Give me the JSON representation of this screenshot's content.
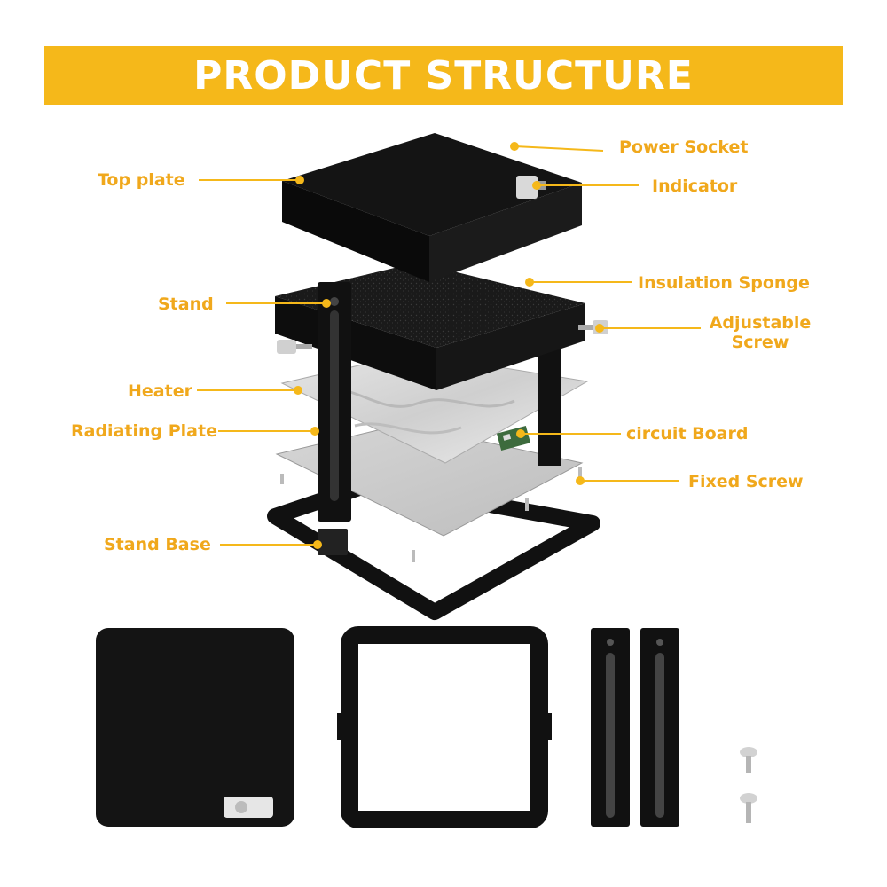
{
  "header": {
    "title": "PRODUCT STRUCTURE"
  },
  "labels": {
    "power_socket": "Power Socket",
    "top_plate": "Top plate",
    "indicator": "Indicator",
    "insulation_sponge": "Insulation Sponge",
    "stand": "Stand",
    "adjustable_screw_line1": "Adjustable",
    "adjustable_screw_line2": "Screw",
    "heater": "Heater",
    "radiating_plate": "Radiating Plate",
    "circuit_board": "circuit Board",
    "fixed_screw": "Fixed Screw",
    "stand_base": "Stand Base"
  },
  "colors": {
    "accent": "#f5b81a",
    "label_text": "#f0a81c",
    "part_black": "#111111",
    "plate_silver": "#c8c8c8"
  }
}
